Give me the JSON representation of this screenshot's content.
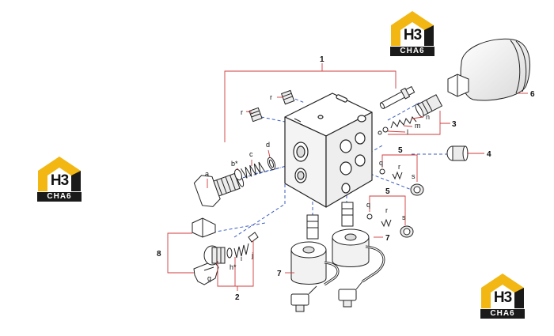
{
  "logos": [
    {
      "mark": "H3",
      "text": "CHA6"
    },
    {
      "mark": "H3",
      "text": "CHA6"
    },
    {
      "mark": "H3",
      "text": "CHA6"
    }
  ],
  "part_numbers": {
    "n1": "1",
    "n2": "2",
    "n3": "3",
    "n4": "4",
    "n5a": "5",
    "n5b": "5",
    "n6": "6",
    "n7a": "7",
    "n7b": "7",
    "n8": "8"
  },
  "part_letters": {
    "a": "a",
    "b": "b*",
    "c": "c",
    "d": "d",
    "g": "g",
    "h": "h*",
    "i": "i",
    "j": "j",
    "l": "l",
    "m": "m",
    "n": "n",
    "q1": "q",
    "q2": "q",
    "r1": "r",
    "r2": "r",
    "r3": "r",
    "r4": "r",
    "s1": "s",
    "s2": "s"
  },
  "colors": {
    "leader": "#d23b3b",
    "dash": "#3d5fbf",
    "part_fill": "#f2f2f2",
    "part_stroke": "#222222",
    "logo_gold": "#f2b713",
    "logo_dark": "#1a1a1a"
  }
}
